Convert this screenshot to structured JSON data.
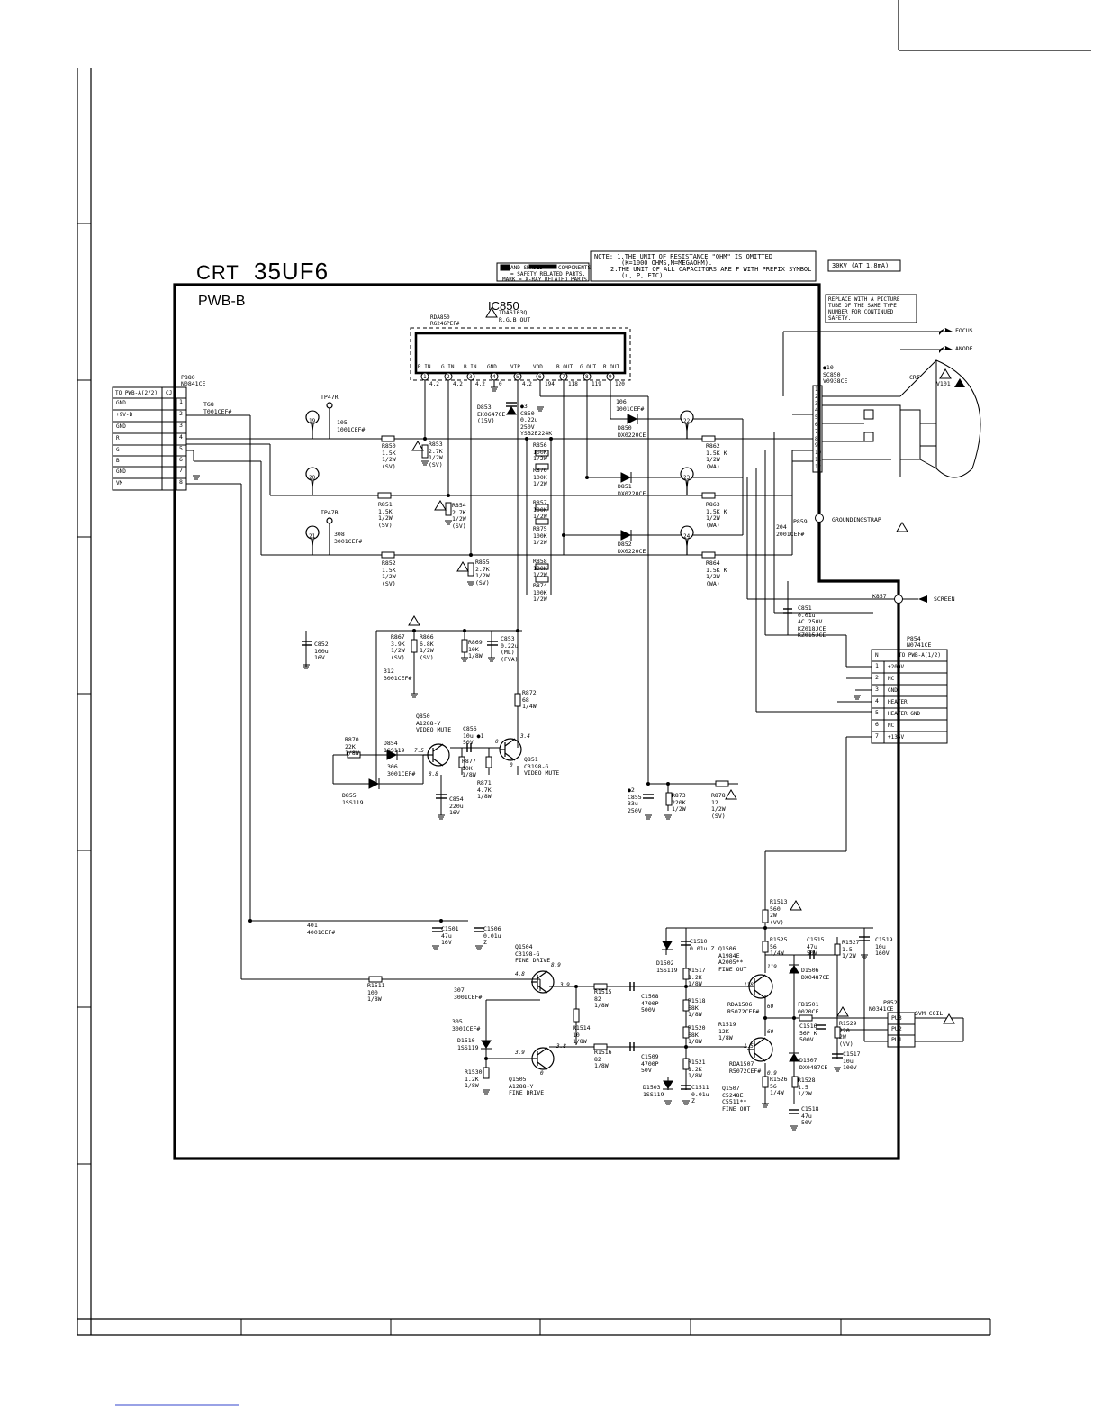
{
  "diagram": {
    "title": "CRT",
    "model": "35UF6",
    "board": "PWB-B",
    "notes": {
      "safety_legend": [
        "AND SHADED",
        "COMPONENTS",
        "= SAFETY RELATED PARTS.",
        "MARK = X-RAY RELATED PARTS."
      ],
      "note_lines": [
        "NOTE: 1.THE UNIT OF RESISTANCE \"OHM\" IS OMITTED",
        "(K=1000 OHMS,M=MEGAOHM).",
        "2.THE UNIT OF ALL CAPACITORS ARE F WITH PREFIX SYMBOL",
        "(u, P, ETC)."
      ],
      "hv": "30KV (AT 1.8mA)",
      "replace": [
        "REPLACE WITH A PICTURE",
        "TUBE OF THE SAME TYPE",
        "NUMBER FOR CONTINUED",
        "SAFETY."
      ]
    },
    "ic850": {
      "name": "IC850",
      "part": "TDA6103Q",
      "desc": "R.G.B OUT",
      "heatsink": [
        "RDA850",
        "RG246PEF#"
      ],
      "pins": [
        "R IN",
        "G IN",
        "B IN",
        "GND",
        "VIP",
        "VDD",
        "B OUT",
        "G OUT",
        "R OUT"
      ],
      "pin_nums": [
        "1",
        "2",
        "3",
        "4",
        "5",
        "6",
        "7",
        "8",
        "9"
      ],
      "pin_volts": [
        "4.2",
        "4.2",
        "4.2",
        "0",
        "4.2",
        "194",
        "118",
        "119",
        "120"
      ]
    },
    "p880": {
      "name": "P880",
      "part": "N0841CE",
      "header": "TO PWB-A(2/2)",
      "header2": "CJ",
      "rows": [
        {
          "label": "GND",
          "n": "1"
        },
        {
          "label": "+9V-B",
          "n": "2"
        },
        {
          "label": "GND",
          "n": "3"
        },
        {
          "label": "R",
          "n": "4"
        },
        {
          "label": "G",
          "n": "5"
        },
        {
          "label": "B",
          "n": "6"
        },
        {
          "label": "GND",
          "n": "7"
        },
        {
          "label": "VM",
          "n": "8"
        }
      ]
    },
    "p854": {
      "name": "P854",
      "part": "N0741CE",
      "header": "TO PWB-A(1/2)",
      "header2": "N",
      "rows": [
        {
          "n": "1",
          "label": "+200V"
        },
        {
          "n": "2",
          "label": "NC"
        },
        {
          "n": "3",
          "label": "GND"
        },
        {
          "n": "4",
          "label": "HEATER"
        },
        {
          "n": "5",
          "label": "HEATER GND"
        },
        {
          "n": "6",
          "label": "NC"
        },
        {
          "n": "7",
          "label": "+135V"
        }
      ]
    },
    "p852": {
      "name": "P852",
      "part": "N0341CE",
      "pins": [
        "PU3",
        "PU2",
        "PU1"
      ],
      "coil": "SVM COIL"
    },
    "crt": {
      "socket": [
        "SC850",
        "V0938CE"
      ],
      "label": "CRT",
      "v101": "V101",
      "focus": "FOCUS",
      "anode": "ANODE",
      "screen": "SCREEN",
      "k857": "K857",
      "p859": "P859",
      "ground": "GROUNDINGSTRAP",
      "ten": "●10",
      "sock_pins": [
        "1",
        "2",
        "3",
        "4",
        "5",
        "6",
        "7",
        "8",
        "9",
        "10",
        "11",
        "12"
      ]
    },
    "markers": [
      "19",
      "20",
      "21",
      "22",
      "23",
      "24"
    ],
    "tps": [
      "TP47R",
      "TP47B"
    ],
    "parts": [
      {
        "id": "tg8",
        "t": "TG8\nT001CEF#"
      },
      {
        "id": "j105",
        "t": "105\n1001CEF#"
      },
      {
        "id": "j308",
        "t": "308\n3001CEF#"
      },
      {
        "id": "r850",
        "t": "R850\n1.5K\n1/2W\n(SV)"
      },
      {
        "id": "r853",
        "t": "R853\n2.7K\n1/2W\n(SV)"
      },
      {
        "id": "r851",
        "t": "R851\n1.5K\n1/2W\n(SV)"
      },
      {
        "id": "r854",
        "t": "R854\n2.7K\n1/2W\n(SV)"
      },
      {
        "id": "r852",
        "t": "R852\n1.5K\n1/2W\n(SV)"
      },
      {
        "id": "r855",
        "t": "R855\n2.7K\n1/2W\n(SV)"
      },
      {
        "id": "d853",
        "t": "D853\nEK0647GE\n(15V)"
      },
      {
        "id": "c850",
        "t": "●3\nC850\n0.22u\n250V\nYSB2E224K"
      },
      {
        "id": "r856",
        "t": "R856\n100K\n1/2W"
      },
      {
        "id": "r876",
        "t": "R876\n100K\n1/2W"
      },
      {
        "id": "r857",
        "t": "R857\n100K\n1/2W"
      },
      {
        "id": "r875",
        "t": "R875\n100K\n1/2W"
      },
      {
        "id": "r858",
        "t": "R858\n100K\n1/2W"
      },
      {
        "id": "r874",
        "t": "R874\n100K\n1/2W"
      },
      {
        "id": "j106",
        "t": "106\n1001CEF#"
      },
      {
        "id": "d850",
        "t": "D850\nDX0220CE"
      },
      {
        "id": "d851",
        "t": "D851\nDX0220CE"
      },
      {
        "id": "d852",
        "t": "D852\nDX0220CE"
      },
      {
        "id": "r862",
        "t": "R862\n1.5K K\n1/2W\n(WA)"
      },
      {
        "id": "r863",
        "t": "R863\n1.5K K\n1/2W\n(WA)"
      },
      {
        "id": "r864",
        "t": "R864\n1.5K K\n1/2W\n(WA)"
      },
      {
        "id": "j204",
        "t": "204\n2001CEF#"
      },
      {
        "id": "c851",
        "t": "C851\n0.01u\nAC 250V\nKZ018JCE\nKZ015JCE"
      },
      {
        "id": "c852",
        "t": "C852\n100u\n16V"
      },
      {
        "id": "r867",
        "t": "R867\n3.9K\n1/2W\n(SV)"
      },
      {
        "id": "r866",
        "t": "R866\n6.8K\n1/2W\n(SV)"
      },
      {
        "id": "r869",
        "t": "R869\n10K\n1/8W"
      },
      {
        "id": "c853",
        "t": "C853\n0.22u\n(ML)\n(FVA)"
      },
      {
        "id": "j312",
        "t": "312\n3001CEF#"
      },
      {
        "id": "r872",
        "t": "R872\n68\n1/4W"
      },
      {
        "id": "q850",
        "t": "Q850\nA1288-Y\nVIDEO MUTE"
      },
      {
        "id": "c856",
        "t": "C856\n10u ●1\n50V"
      },
      {
        "id": "q851",
        "t": "Q851\nC3198-G\nVIDEO MUTE"
      },
      {
        "id": "r870",
        "t": "R870\n22K\n1/8W"
      },
      {
        "id": "d854",
        "t": "D854\n1SS119"
      },
      {
        "id": "j306",
        "t": "306\n3001CEF#"
      },
      {
        "id": "r877",
        "t": "R877\n10K\n1/8W"
      },
      {
        "id": "r871",
        "t": "R871\n4.7K\n1/8W"
      },
      {
        "id": "d855",
        "t": "D855\n1SS119"
      },
      {
        "id": "c854",
        "t": "C854\n220u\n16V"
      },
      {
        "id": "c855",
        "t": "●2\nC855\n33u\n250V"
      },
      {
        "id": "r873",
        "t": "R873\n220K\n1/2W"
      },
      {
        "id": "r878",
        "t": "R878\n12\n1/2W\n(SV)"
      },
      {
        "id": "r1513",
        "t": "R1513\n560\n2W\n(VV)"
      },
      {
        "id": "j401",
        "t": "401\n4001CEF#"
      },
      {
        "id": "c1501",
        "t": "C1501\n47u\n16V"
      },
      {
        "id": "c1506",
        "t": "C1506\n0.01u\nZ"
      },
      {
        "id": "q1504",
        "t": "Q1504\nC3198-G\nFINE DRIVE"
      },
      {
        "id": "r1511",
        "t": "R1511\n100\n1/8W"
      },
      {
        "id": "j307",
        "t": "307\n3001CEF#"
      },
      {
        "id": "j305",
        "t": "305\n3001CEF#"
      },
      {
        "id": "d1510",
        "t": "D1510\n1SS119"
      },
      {
        "id": "r1530",
        "t": "R1530\n1.2K\n1/8W"
      },
      {
        "id": "q1505",
        "t": "Q1505\nA1288-Y\nFINE DRIVE"
      },
      {
        "id": "r1514",
        "t": "R1514\n10\n1/8W"
      },
      {
        "id": "r1515",
        "t": "R1515\n82\n1/8W"
      },
      {
        "id": "r1516",
        "t": "R1516\n82\n1/8W"
      },
      {
        "id": "c1508",
        "t": "C1508\n4700P\n500V"
      },
      {
        "id": "c1509",
        "t": "C1509\n4700P\n50V"
      },
      {
        "id": "c1510",
        "t": "C1510\n0.01u Z"
      },
      {
        "id": "d1502",
        "t": "D1502\n1SS119"
      },
      {
        "id": "r1517",
        "t": "R1517\n1.2K\n1/8W"
      },
      {
        "id": "r1518",
        "t": "R1518\n68K\n1/8W"
      },
      {
        "id": "r1520",
        "t": "R1520\n68K\n1/8W"
      },
      {
        "id": "r1521",
        "t": "R1521\n1.2K\n1/8W"
      },
      {
        "id": "d1503",
        "t": "D1503\n1SS119"
      },
      {
        "id": "c1511",
        "t": "C1511\n0.01u\nZ"
      },
      {
        "id": "q1506",
        "t": "Q1506\nA1984E\nA2005**\nFINE OUT"
      },
      {
        "id": "rda1506",
        "t": "RDA1506\nR5072CEF#"
      },
      {
        "id": "r1519",
        "t": "R1519\n12K\n1/8W"
      },
      {
        "id": "rda1507",
        "t": "RDA1507\nR5072CEF#"
      },
      {
        "id": "q1507",
        "t": "Q1507\nC5248E\nC5511**\nFINE OUT"
      },
      {
        "id": "r1525",
        "t": "R1525\n56\n1/4W"
      },
      {
        "id": "c1515",
        "t": "C1515\n47u\n50V"
      },
      {
        "id": "r1527",
        "t": "R1527\n1.5\n1/2W"
      },
      {
        "id": "c1519",
        "t": "C1519\n10u\n160V"
      },
      {
        "id": "d1506",
        "t": "D1506\nDX0487CE"
      },
      {
        "id": "fb1501",
        "t": "FB1501\n0020CE"
      },
      {
        "id": "c1516",
        "t": "C1516\n56P K\n500V"
      },
      {
        "id": "r1529",
        "t": "R1529\n220\n2W\n(VV)"
      },
      {
        "id": "d1507",
        "t": "D1507\nDX0487CE"
      },
      {
        "id": "c1517",
        "t": "C1517\n10u\n100V"
      },
      {
        "id": "r1526",
        "t": "R1526\n56\n1/4W"
      },
      {
        "id": "r1528",
        "t": "R1528\n1.5\n1/2W"
      },
      {
        "id": "c1518",
        "t": "C1518\n47u\n50V"
      }
    ],
    "volts": [
      {
        "id": "v1",
        "t": "7.5"
      },
      {
        "id": "v2",
        "t": "8.8"
      },
      {
        "id": "v3",
        "t": "3.4"
      },
      {
        "id": "v4",
        "t": "0"
      },
      {
        "id": "v5",
        "t": "0"
      },
      {
        "id": "v6",
        "t": "8.9"
      },
      {
        "id": "v7",
        "t": "4.8"
      },
      {
        "id": "v8",
        "t": "3.9"
      },
      {
        "id": "v9",
        "t": "3.9"
      },
      {
        "id": "v10",
        "t": "3.8"
      },
      {
        "id": "v11",
        "t": "0"
      },
      {
        "id": "v12",
        "t": "118"
      },
      {
        "id": "v13",
        "t": "119"
      },
      {
        "id": "v14",
        "t": "60"
      },
      {
        "id": "v15",
        "t": "1.5"
      },
      {
        "id": "v16",
        "t": "60"
      },
      {
        "id": "v17",
        "t": "0.9"
      }
    ]
  }
}
